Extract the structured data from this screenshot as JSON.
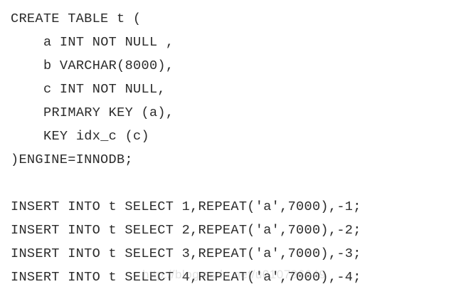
{
  "create_table": {
    "header": "CREATE TABLE t (",
    "columns": [
      "a INT NOT NULL ,",
      "b VARCHAR(8000),",
      "c INT NOT NULL,",
      "PRIMARY KEY (a),",
      "KEY idx_c (c)"
    ],
    "footer": ")ENGINE=INNODB;"
  },
  "inserts": [
    "INSERT INTO t SELECT 1,REPEAT('a',7000),-1;",
    "INSERT INTO t SELECT 2,REPEAT('a',7000),-2;",
    "INSERT INTO t SELECT 3,REPEAT('a',7000),-3;",
    "INSERT INTO t SELECT 4,REPEAT('a',7000),-4;"
  ],
  "watermark": "http://blog.csdn.net/u010796649"
}
